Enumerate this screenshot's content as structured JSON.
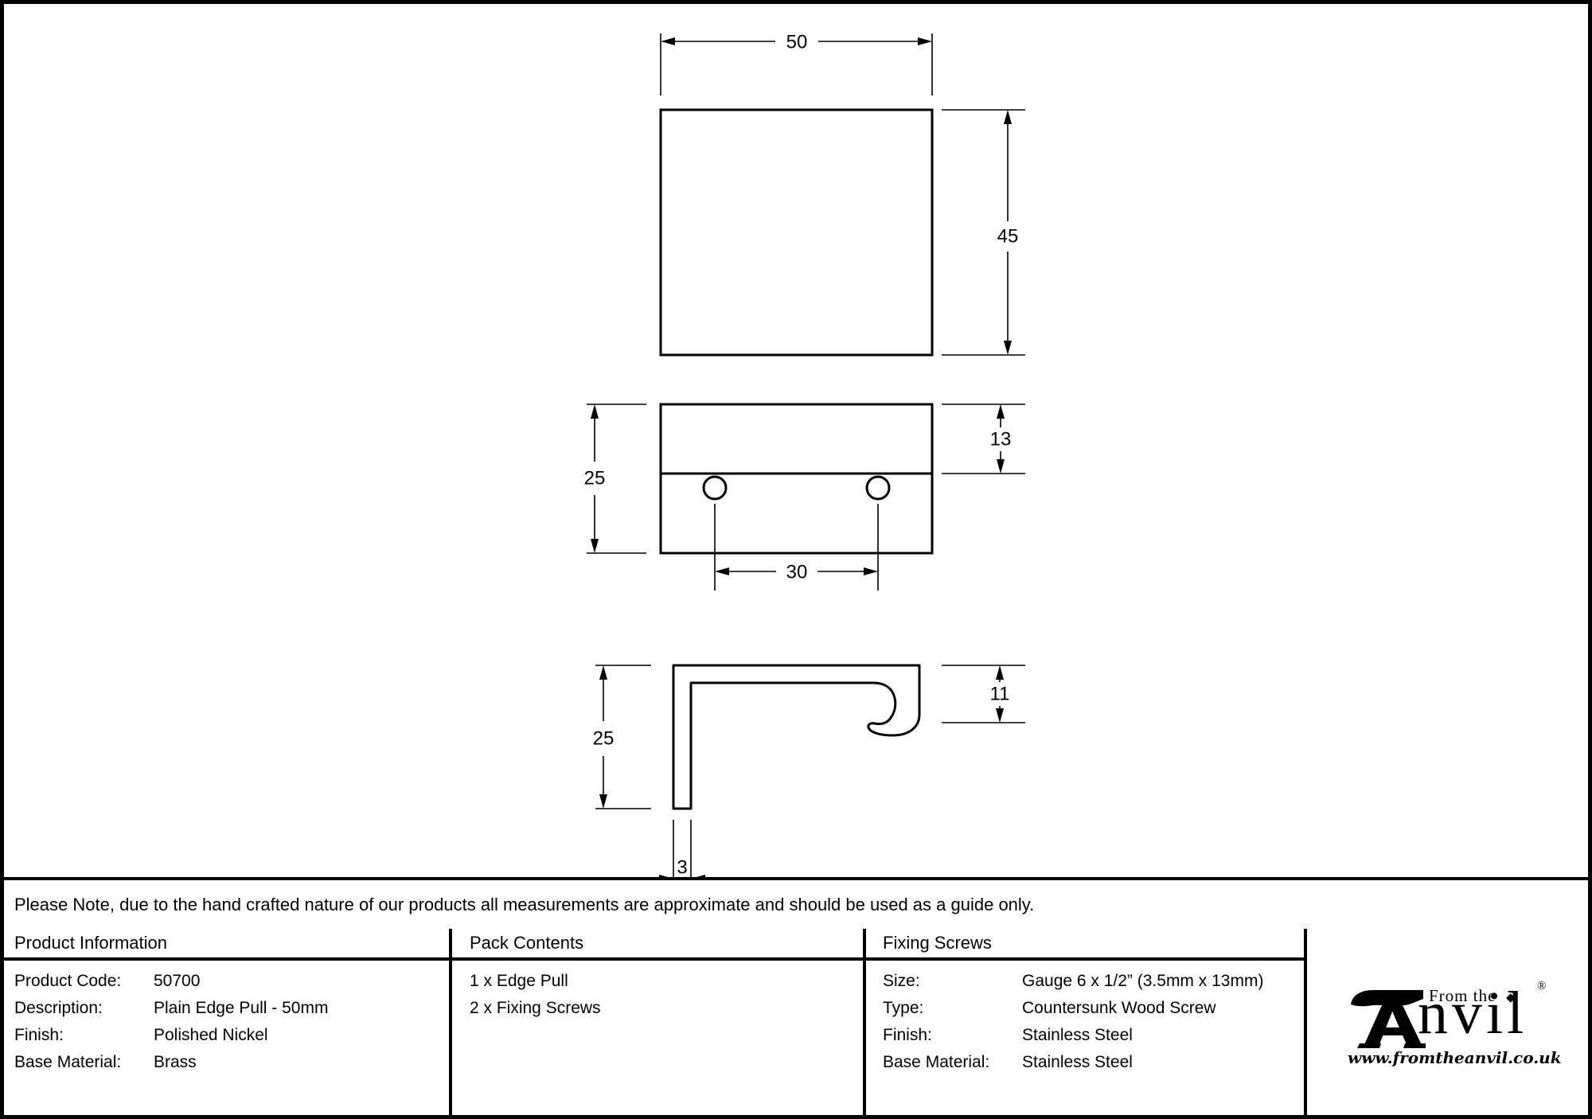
{
  "note": {
    "text": "Please Note, due to the hand crafted nature of our products all measurements are approximate and should be used as a guide only."
  },
  "drawing": {
    "dims": {
      "top_width": "50",
      "top_height": "45",
      "front_height": "25",
      "front_lip_depth": "13",
      "hole_spacing": "30",
      "side_height": "25",
      "side_lip_height": "11",
      "thickness": "3"
    }
  },
  "table": {
    "product_information": {
      "title": "Product Information",
      "rows": [
        {
          "label": "Product Code:",
          "value": "50700"
        },
        {
          "label": "Description:",
          "value": "Plain Edge Pull - 50mm"
        },
        {
          "label": "Finish:",
          "value": "Polished Nickel"
        },
        {
          "label": "Base Material:",
          "value": "Brass"
        }
      ]
    },
    "pack_contents": {
      "title": "Pack Contents",
      "items": [
        "1 x Edge Pull",
        "2 x Fixing Screws"
      ]
    },
    "fixing_screws": {
      "title": "Fixing Screws",
      "rows": [
        {
          "label": "Size:",
          "value": "Gauge 6 x 1/2” (3.5mm x 13mm)"
        },
        {
          "label": "Type:",
          "value": "Countersunk Wood Screw"
        },
        {
          "label": "Finish:",
          "value": "Stainless Steel"
        },
        {
          "label": "Base Material:",
          "value": "Stainless Steel"
        }
      ]
    }
  },
  "logo": {
    "from_the": "From the",
    "brand_rest": "nvil",
    "diamond": "◆",
    "registered": "®",
    "url": "www.fromtheanvil.co.uk"
  },
  "colors": {
    "ink": "#000000",
    "paper": "#ffffff"
  }
}
